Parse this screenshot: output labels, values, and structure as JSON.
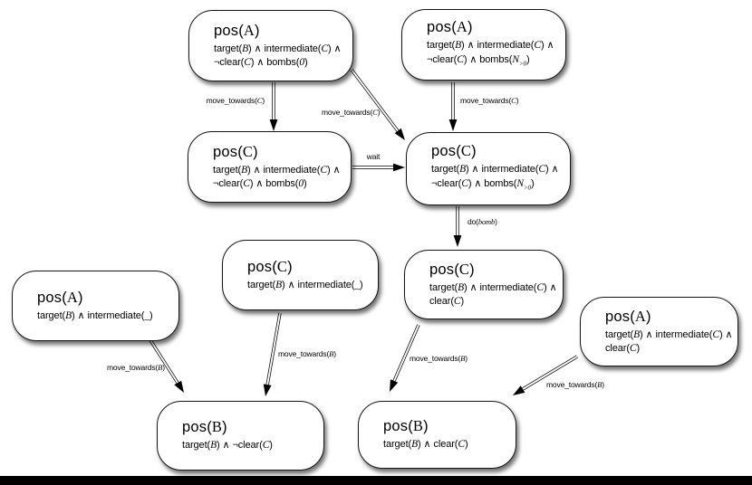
{
  "page": {
    "background_color": "#ffffff",
    "footer_bar_color": "#000000"
  },
  "diagram": {
    "description": "state transition diagram",
    "nodes": [
      {
        "id": "n1",
        "title": "pos(A)",
        "lines": [
          "target(B) ∧ intermediate(C) ∧",
          "¬clear(C) ∧ bombs(0)"
        ]
      },
      {
        "id": "n2",
        "title": "pos(A)",
        "lines": [
          "target(B) ∧ intermediate(C) ∧",
          "¬clear(C) ∧ bombs(N_{>0})"
        ]
      },
      {
        "id": "n3",
        "title": "pos(C)",
        "lines": [
          "target(B) ∧ intermediate(C) ∧",
          "¬clear(C) ∧ bombs(0)"
        ]
      },
      {
        "id": "n4",
        "title": "pos(C)",
        "lines": [
          "target(B) ∧ intermediate(C) ∧",
          "¬clear(C) ∧ bombs(N_{>0})"
        ]
      },
      {
        "id": "n5",
        "title": "pos(C)",
        "lines": [
          "target(B) ∧ intermediate(_)"
        ]
      },
      {
        "id": "n6",
        "title": "pos(C)",
        "lines": [
          "target(B) ∧ intermediate(C) ∧",
          "clear(C)"
        ]
      },
      {
        "id": "n7",
        "title": "pos(A)",
        "lines": [
          "target(B) ∧ intermediate(_)"
        ]
      },
      {
        "id": "n8",
        "title": "pos(A)",
        "lines": [
          "target(B) ∧ intermediate(C) ∧",
          "clear(C)"
        ]
      },
      {
        "id": "n9",
        "title": "pos(B)",
        "lines": [
          "target(B) ∧ ¬clear(C)"
        ]
      },
      {
        "id": "n10",
        "title": "pos(B)",
        "lines": [
          "target(B) ∧ clear(C)"
        ]
      }
    ],
    "edges": [
      {
        "from": "n1",
        "to": "n3",
        "label": "move_towards(C)"
      },
      {
        "from": "n1",
        "to": "n4",
        "label": "move_towards(C)"
      },
      {
        "from": "n2",
        "to": "n4",
        "label": "move_towards(C)"
      },
      {
        "from": "n3",
        "to": "n4",
        "label": "wait"
      },
      {
        "from": "n4",
        "to": "n6",
        "label": "do(bomb)"
      },
      {
        "from": "n5",
        "to": "n9",
        "label": "move_towards(B)"
      },
      {
        "from": "n7",
        "to": "n9",
        "label": "move_towards(B)"
      },
      {
        "from": "n6",
        "to": "n10",
        "label": "move_towards(B)"
      },
      {
        "from": "n8",
        "to": "n10",
        "label": "move_towards(B)"
      }
    ]
  }
}
